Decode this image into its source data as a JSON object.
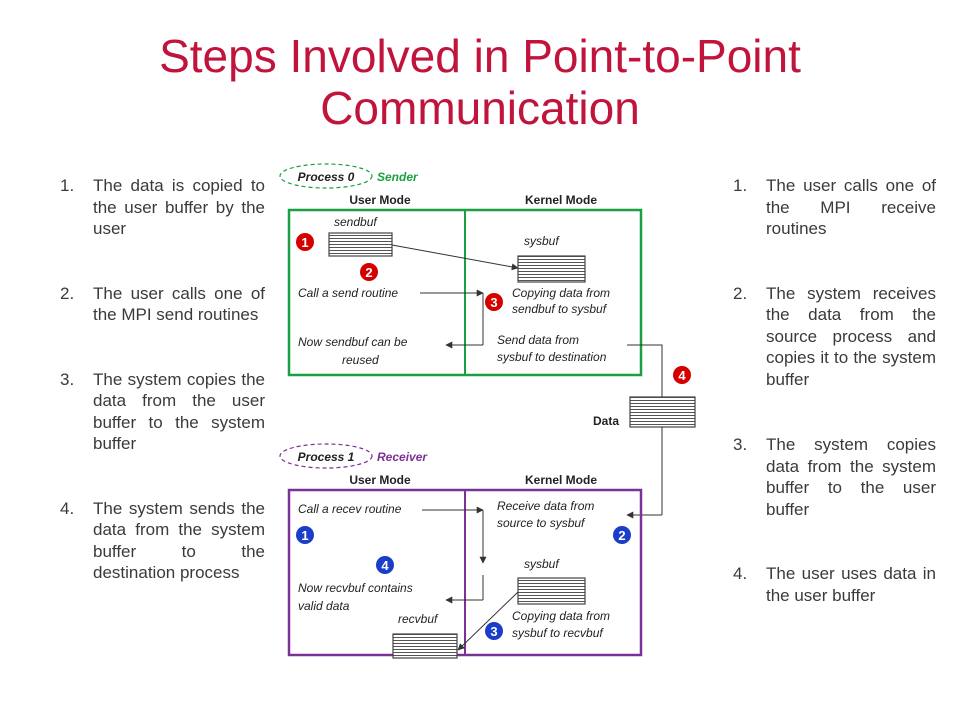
{
  "title": {
    "line1": "Steps Involved in Point-to-Point",
    "line2": "Communication"
  },
  "sender_steps": [
    {
      "num": "1.",
      "text": "The data is copied to the user buffer by the user"
    },
    {
      "num": "2.",
      "text": "The user calls one of the MPI send routines"
    },
    {
      "num": "3.",
      "text": "The system copies the data from the user buffer to the system buffer"
    },
    {
      "num": "4.",
      "text": "The system sends the data from the system buffer to the destination process"
    }
  ],
  "receiver_steps": [
    {
      "num": "1.",
      "text": "The user calls one of the MPI receive routines"
    },
    {
      "num": "2.",
      "text": "The system receives the data from the source process and copies it to the system buffer"
    },
    {
      "num": "3.",
      "text": "The system copies data from the system buffer to the user buffer"
    },
    {
      "num": "4.",
      "text": "The user uses data in the user buffer"
    }
  ],
  "diagram": {
    "process0": {
      "label": "Process 0",
      "role": "Sender",
      "color": "#1aa040"
    },
    "process1": {
      "label": "Process 1",
      "role": "Receiver",
      "color": "#7b3294"
    },
    "user_mode": "User Mode",
    "kernel_mode": "Kernel Mode",
    "sender": {
      "sendbuf": "sendbuf",
      "sysbuf": "sysbuf",
      "call_send": "Call a send routine",
      "copy_line1": "Copying data from",
      "copy_line2": "sendbuf to sysbuf",
      "reuse_line1": "Now sendbuf can be",
      "reuse_line2": "reused",
      "send_line1": "Send data from",
      "send_line2": "sysbuf to destination"
    },
    "data_label": "Data",
    "receiver": {
      "call_recv": "Call a recev routine",
      "recv_line1": "Receive data from",
      "recv_line2": "source to sysbuf",
      "sysbuf": "sysbuf",
      "contains_line1": "Now recvbuf contains",
      "contains_line2": "valid data",
      "recvbuf": "recvbuf",
      "copy_line1": "Copying data from",
      "copy_line2": "sysbuf to recvbuf"
    },
    "badges": {
      "one": "1",
      "two": "2",
      "three": "3",
      "four": "4"
    },
    "colors": {
      "red_badge": "#d40000",
      "blue_badge": "#1a3ec8",
      "title": "#c0143c"
    }
  }
}
